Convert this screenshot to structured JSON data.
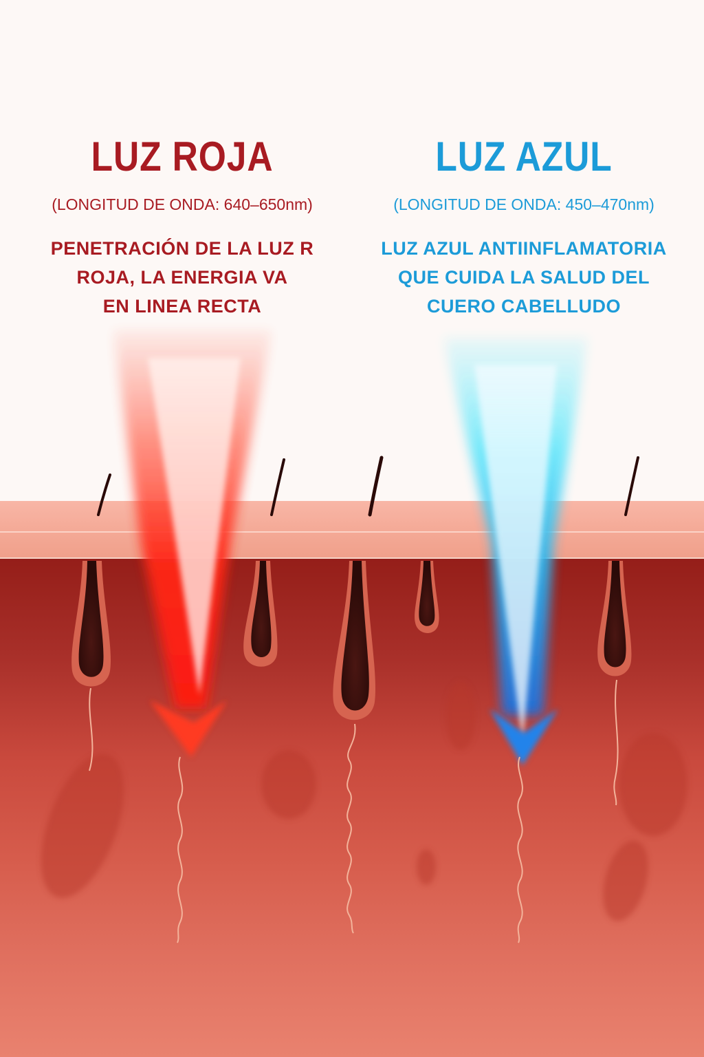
{
  "left_panel": {
    "title": "LUZ ROJA",
    "wavelength": "(LONGITUD DE ONDA: 640–650nm)",
    "description_lines": [
      "PENETRACIÓN DE LA LUZ R",
      "ROJA, LA ENERGIA VA",
      "EN LINEA RECTA"
    ],
    "color": "#a81b22",
    "beam_color": "#ff2a1a"
  },
  "right_panel": {
    "title": "LUZ AZUL",
    "wavelength": "(LONGITUD DE ONDA: 450–470nm)",
    "description_lines": [
      "LUZ AZUL ANTIINFLAMATORIA",
      "QUE CUIDA LA SALUD DEL",
      "CUERO CABELLUDO"
    ],
    "color": "#1c9bd8",
    "beam_color": "#1e7fe0"
  },
  "diagram": {
    "layers": [
      "epidermis",
      "dermis"
    ],
    "hair_follicles": 5,
    "beams": [
      "red-light-arrow",
      "blue-light-arrow"
    ]
  }
}
